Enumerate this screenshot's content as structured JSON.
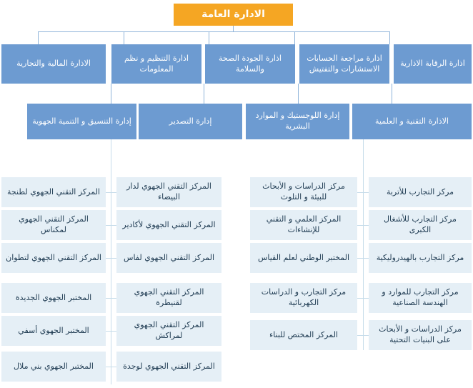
{
  "colors": {
    "root_bg": "#F5A623",
    "dept_bg": "#6D9BD1",
    "leaf_bg": "#E5EFF6",
    "connector": "#8FB4DA",
    "spine": "#C6DCEA",
    "root_text": "#FFFFFF",
    "dept_text": "#FFFFFF",
    "leaf_text": "#1F3B52",
    "page_bg": "#FFFFFF"
  },
  "root": {
    "label": "الادارة العامة"
  },
  "level1": [
    {
      "label": "الاذارة المالية والتجارية"
    },
    {
      "label": "اذارة التنظيم و نظم المعلومات"
    },
    {
      "label": "اذارة الجودة الصحة والسلامة"
    },
    {
      "label": "اذارة مراجعة الحسابات الاستشارات والتفتيش"
    },
    {
      "label": "اذارة الرقابة الاذارية"
    }
  ],
  "level2": [
    {
      "label": "إدارة التنسيق و التنمية الجهوية"
    },
    {
      "label": "إدارة التصدير"
    },
    {
      "label": "إدارة اللوجستيك و الموارد البشرية"
    },
    {
      "label": "الاذارة التقنية و العلمية"
    }
  ],
  "columns": [
    {
      "name": "column-regional-labs",
      "items": [
        {
          "label": "المركز التقني الجهوي لطنجة"
        },
        {
          "label": "المركز التقني الجهوي لمكناس"
        },
        {
          "label": "المركز التقني الجهوي لتطوان"
        },
        {
          "label": "المختبر الجهوي الجديدة"
        },
        {
          "label": "المختبر الجهوي أسفي"
        },
        {
          "label": "المختبر الجهوي بني ملال"
        }
      ]
    },
    {
      "name": "column-regional-technical-centers",
      "items": [
        {
          "label": "المركز التقني الجهوي لدار البيضاء"
        },
        {
          "label": "المركز التقني الجهوي لأكادير"
        },
        {
          "label": "المركز التقني الجهوي لفاس"
        },
        {
          "label": "المركز التقني الجهوي لقنيطرة"
        },
        {
          "label": "المركز التقني الجهوي لمراكش"
        },
        {
          "label": "المركز التقني الجهوي لوجدة"
        }
      ]
    },
    {
      "name": "column-research-centers",
      "items": [
        {
          "label": "مركز الدراسات و الأبحاث للبيئة و التلوث"
        },
        {
          "label": "المركز العلمي و التقني للإنشاءات"
        },
        {
          "label": "المختبر الوطني لعلم القياس"
        },
        {
          "label": "مركز التجارب و الدراسات الكهربائية"
        },
        {
          "label": "المركز المختص للبناء"
        }
      ]
    },
    {
      "name": "column-testing-centers",
      "items": [
        {
          "label": "مركز التجارب للأتربة"
        },
        {
          "label": "مركز التجارب للأشغال الكبرى"
        },
        {
          "label": "مركز التجارب بالهيدروليكية"
        },
        {
          "label": "مركز التجارب للموارد و الهندسة الصناعية"
        },
        {
          "label": "مركز الدراسات و الأبحاث على البنيات التحتية"
        }
      ]
    }
  ]
}
